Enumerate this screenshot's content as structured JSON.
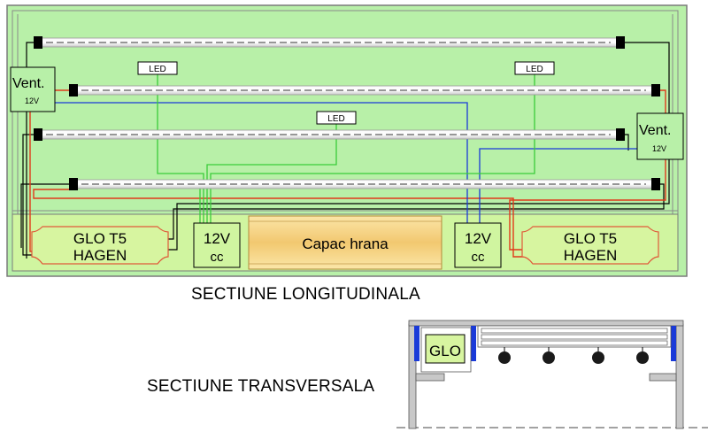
{
  "longitudinal": {
    "caption": "SECTIUNE LONGITUDINALA",
    "ballast_left": {
      "line1": "GLO T5",
      "line2": "HAGEN"
    },
    "ballast_right": {
      "line1": "GLO T5",
      "line2": "HAGEN"
    },
    "psu_left": {
      "line1": "12V",
      "line2": "cc"
    },
    "psu_right": {
      "line1": "12V",
      "line2": "cc"
    },
    "center_box": "Capac hrana",
    "fan_left": {
      "label": "Vent.",
      "voltage": "12V"
    },
    "fan_right": {
      "label": "Vent.",
      "voltage": "12V"
    },
    "led_labels": [
      "LED",
      "LED",
      "LED"
    ]
  },
  "transversal": {
    "caption": "SECTIUNE TRANSVERSALA",
    "glo_label": "GLO"
  },
  "colors": {
    "panel": "#b8f0a8",
    "ballast_fill": "#d7f5a0",
    "ballast_border": "#e05a3a",
    "center_fill": "#f5d58a",
    "wire_red": "#e03a1a",
    "wire_blue": "#1a3ad8",
    "wire_green": "#3acc3a",
    "wire_black": "#000000"
  }
}
